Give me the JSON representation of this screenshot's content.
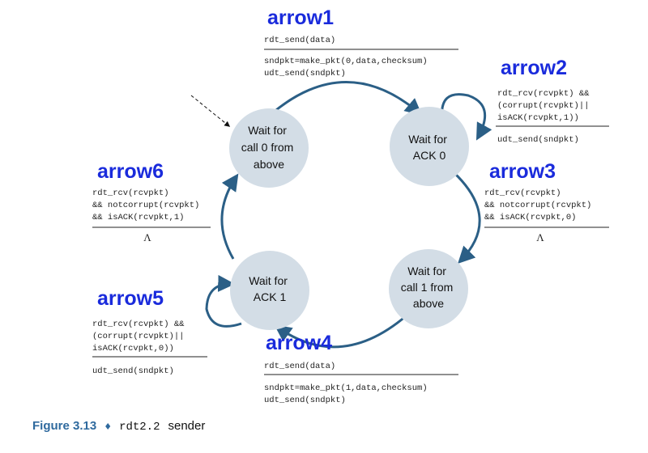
{
  "states": [
    {
      "id": "s0",
      "lines": [
        "Wait for",
        "call 0 from",
        "above"
      ]
    },
    {
      "id": "s1",
      "lines": [
        "Wait for",
        "ACK 0"
      ]
    },
    {
      "id": "s2",
      "lines": [
        "Wait for",
        "call 1 from",
        "above"
      ]
    },
    {
      "id": "s3",
      "lines": [
        "Wait for",
        "ACK 1"
      ]
    }
  ],
  "transitions": [
    {
      "label": "arrow1",
      "event": [
        "rdt_send(data)"
      ],
      "action": [
        "sndpkt=make_pkt(0,data,checksum)",
        "udt_send(sndpkt)"
      ]
    },
    {
      "label": "arrow2",
      "event": [
        "rdt_rcv(rcvpkt) &&",
        "(corrupt(rcvpkt)||",
        "isACK(rcvpkt,1))"
      ],
      "action": [
        "udt_send(sndpkt)"
      ]
    },
    {
      "label": "arrow3",
      "event": [
        "rdt_rcv(rcvpkt)",
        "&& notcorrupt(rcvpkt)",
        "&& isACK(rcvpkt,0)"
      ],
      "action": [
        "Λ"
      ]
    },
    {
      "label": "arrow4",
      "event": [
        "rdt_send(data)"
      ],
      "action": [
        "sndpkt=make_pkt(1,data,checksum)",
        "udt_send(sndpkt)"
      ]
    },
    {
      "label": "arrow5",
      "event": [
        "rdt_rcv(rcvpkt) &&",
        "(corrupt(rcvpkt)||",
        "isACK(rcvpkt,0))"
      ],
      "action": [
        "udt_send(sndpkt)"
      ]
    },
    {
      "label": "arrow6",
      "event": [
        "rdt_rcv(rcvpkt)",
        "&& notcorrupt(rcvpkt)",
        "&& isACK(rcvpkt,1)"
      ],
      "action": [
        "Λ"
      ]
    }
  ],
  "caption": {
    "number": "Figure 3.13",
    "bullet": "♦",
    "code": "rdt2.2",
    "text": "sender"
  },
  "colors": {
    "state_fill": "#d3dde6",
    "arrow": "#2b5f86",
    "arrow_label": "#1a2bdc",
    "caption_accent": "#2f6a9e"
  }
}
